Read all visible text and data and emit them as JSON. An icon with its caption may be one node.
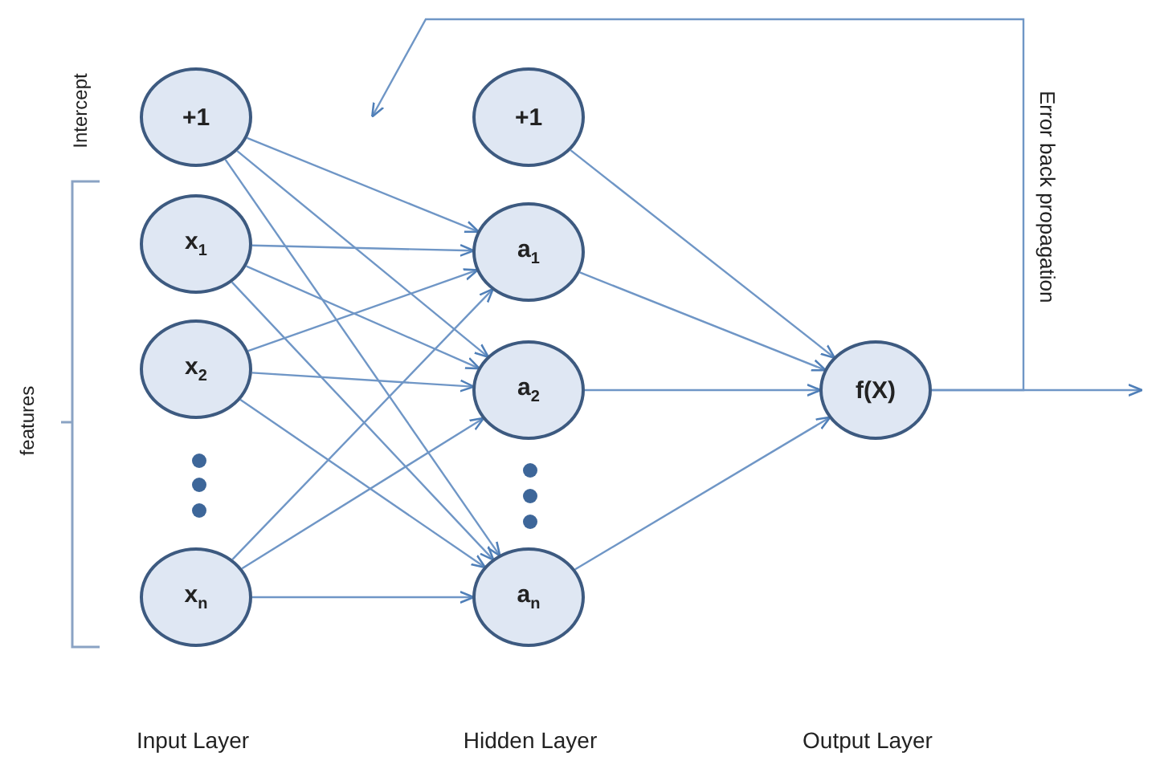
{
  "diagram": {
    "nodes": [
      {
        "text": [
          "+1"
        ]
      },
      {
        "text": [
          "x$_{1}$"
        ]
      },
      {
        "text": [
          "x$_{2}$"
        ]
      },
      {
        "text": [
          "x$_{n}$"
        ]
      },
      {
        "text": [
          "+1"
        ]
      },
      {
        "text": [
          "a$_{1}$"
        ]
      },
      {
        "text": [
          "a$_{2}$"
        ]
      },
      {
        "text": [
          "a$_{n}$"
        ]
      },
      {
        "text": [
          "f(X)"
        ]
      }
    ],
    "edges": [
      {
        "from": 0,
        "to": 5,
        "arrow": "to"
      },
      {
        "from": 0,
        "to": 6,
        "arrow": "to"
      },
      {
        "from": 0,
        "to": 7,
        "arrow": "to"
      },
      {
        "from": 1,
        "to": 5,
        "arrow": "to"
      },
      {
        "from": 1,
        "to": 6,
        "arrow": "to"
      },
      {
        "from": 1,
        "to": 7,
        "arrow": "to"
      },
      {
        "from": 2,
        "to": 5,
        "arrow": "to"
      },
      {
        "from": 2,
        "to": 6,
        "arrow": "to"
      },
      {
        "from": 2,
        "to": 7,
        "arrow": "to"
      },
      {
        "from": 3,
        "to": 5,
        "arrow": "to"
      },
      {
        "from": 3,
        "to": 6,
        "arrow": "to"
      },
      {
        "from": 3,
        "to": 7,
        "arrow": "to"
      },
      {
        "from": 4,
        "to": 8,
        "arrow": "to"
      },
      {
        "from": 5,
        "to": 8,
        "arrow": "to"
      },
      {
        "from": 6,
        "to": 8,
        "arrow": "to"
      },
      {
        "from": 7,
        "to": 8,
        "arrow": "to"
      },
      {
        "from": 8,
        "to": null,
        "arrow": "to"
      },
      {
        "from": 8,
        "to": null,
        "arrow": "to",
        "label": "Error back propagation"
      }
    ],
    "labels": [
      "Intercept",
      "features",
      "Input Layer",
      "Hidden Layer",
      "Output Layer"
    ]
  }
}
